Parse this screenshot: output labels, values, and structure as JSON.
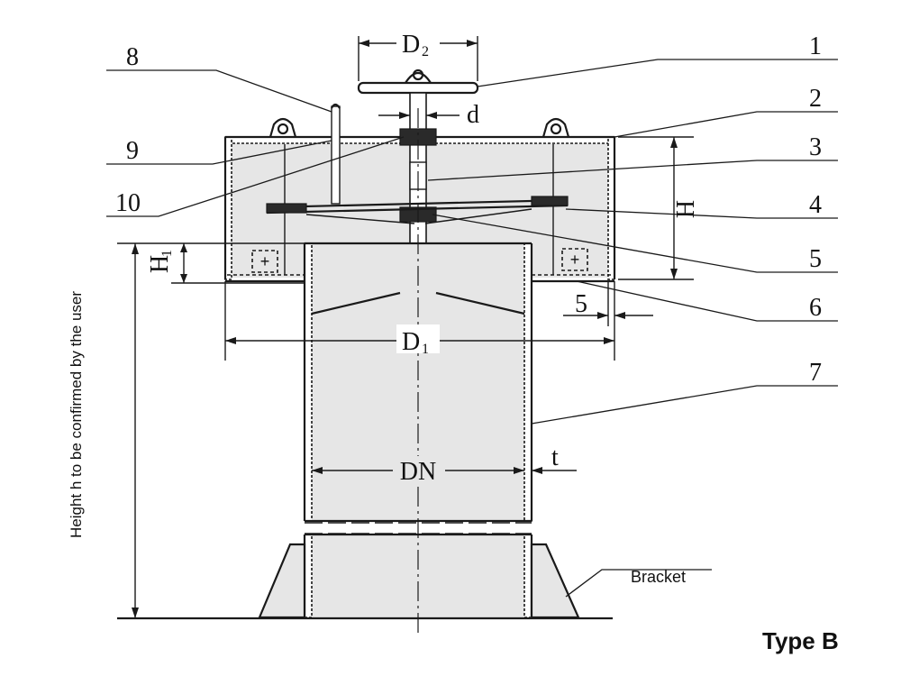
{
  "callouts": [
    "1",
    "2",
    "3",
    "4",
    "5",
    "6",
    "7",
    "8",
    "9",
    "10"
  ],
  "dimensions": {
    "d2_main": "D",
    "d2_sub": "2",
    "d_label": "d",
    "h_label": "H",
    "h1_main": "H",
    "h1_sub": "1",
    "five_label": "5",
    "d1_main": "D",
    "d1_sub": "1",
    "dn_label": "DN",
    "t_label": "t"
  },
  "labels": {
    "height_note": "Height h to be confirmed by the user",
    "bracket": "Bracket",
    "type": "Type B"
  }
}
